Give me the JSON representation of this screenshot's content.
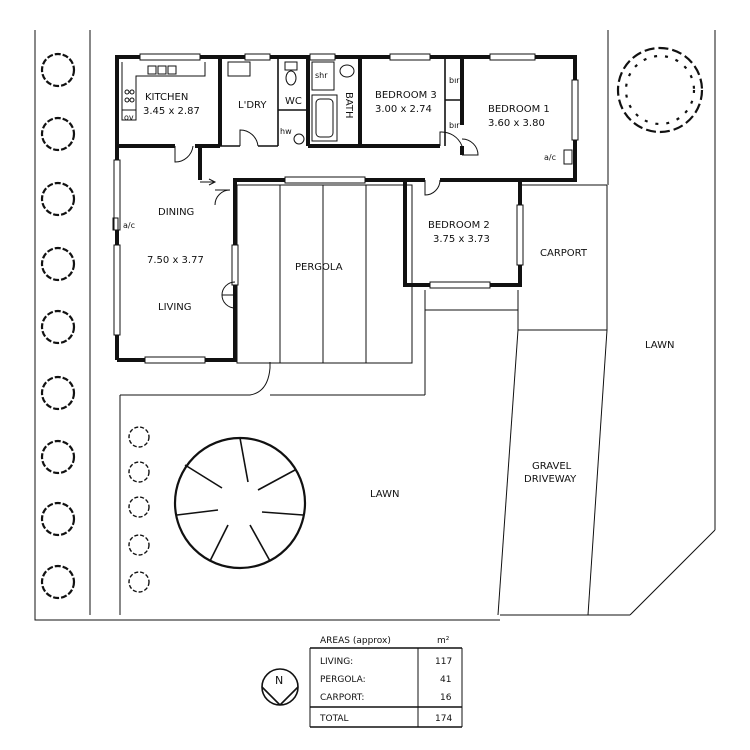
{
  "rooms": {
    "kitchen": {
      "name": "KITCHEN",
      "size": "3.45 x 2.87"
    },
    "laundry": "L'DRY",
    "wc": "WC",
    "shower": "shr",
    "bath": "BATH",
    "hot_water": "hw",
    "oven": "ov",
    "bedroom3": {
      "name": "BEDROOM 3",
      "size": "3.00 x 2.74"
    },
    "bedroom1": {
      "name": "BEDROOM 1",
      "size": "3.60 x 3.80"
    },
    "bedroom2": {
      "name": "BEDROOM 2",
      "size": "3.75 x 3.73"
    },
    "built_in_robe_a": "bır",
    "built_in_robe_b": "bır",
    "aircon_dining": "a/c",
    "aircon_bed1": "a/c",
    "dining": "DINING",
    "living_size": "7.50 x 3.77",
    "living": "LIVING",
    "pergola": "PERGOLA",
    "carport": "CARPORT",
    "lawn_right": "LAWN",
    "lawn_main": "LAWN",
    "driveway_1": "GRAVEL",
    "driveway_2": "DRIVEWAY"
  },
  "north_arrow": "N",
  "areas_table": {
    "title": "AREAS (approx)",
    "unit": "m²",
    "rows": [
      {
        "label": "LIVING:",
        "value": "117"
      },
      {
        "label": "PERGOLA:",
        "value": "41"
      },
      {
        "label": "CARPORT:",
        "value": "16"
      }
    ],
    "total_label": "TOTAL",
    "total_value": "174"
  }
}
